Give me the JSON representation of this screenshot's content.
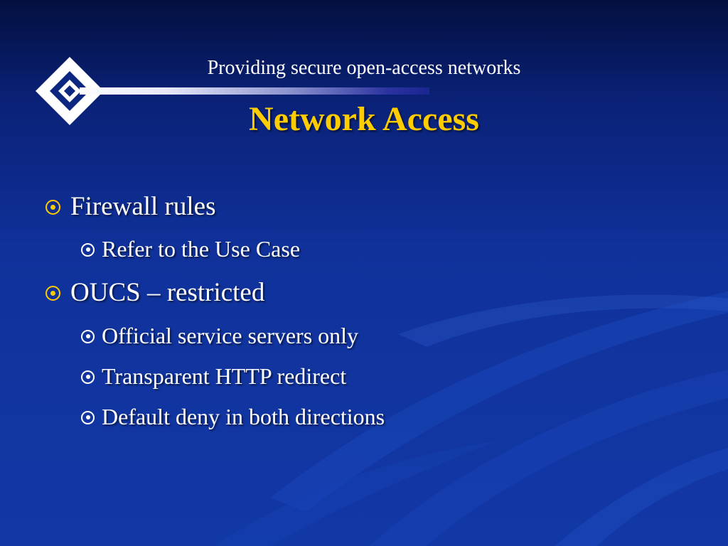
{
  "slide": {
    "subtitle": "Providing secure open-access networks",
    "title": "Network Access"
  },
  "bullets": [
    {
      "level": 1,
      "text": "Firewall rules"
    },
    {
      "level": 2,
      "text": "Refer to the Use Case"
    },
    {
      "level": 1,
      "text": "OUCS – restricted"
    },
    {
      "level": 2,
      "text": "Official service servers only"
    },
    {
      "level": 2,
      "text": "Transparent HTTP redirect"
    },
    {
      "level": 2,
      "text": "Default deny in both directions"
    }
  ],
  "colors": {
    "background": "#1238a6",
    "title": "#ffcc00",
    "text": "#ffffff",
    "bullet_level1": "#ffcc00",
    "bullet_level2": "#ffffff"
  },
  "icons": {
    "logo": "diamond-logo-icon",
    "bullet_level1": "circle-dot-bullet-icon",
    "bullet_level2": "circle-dot-bullet-icon"
  }
}
